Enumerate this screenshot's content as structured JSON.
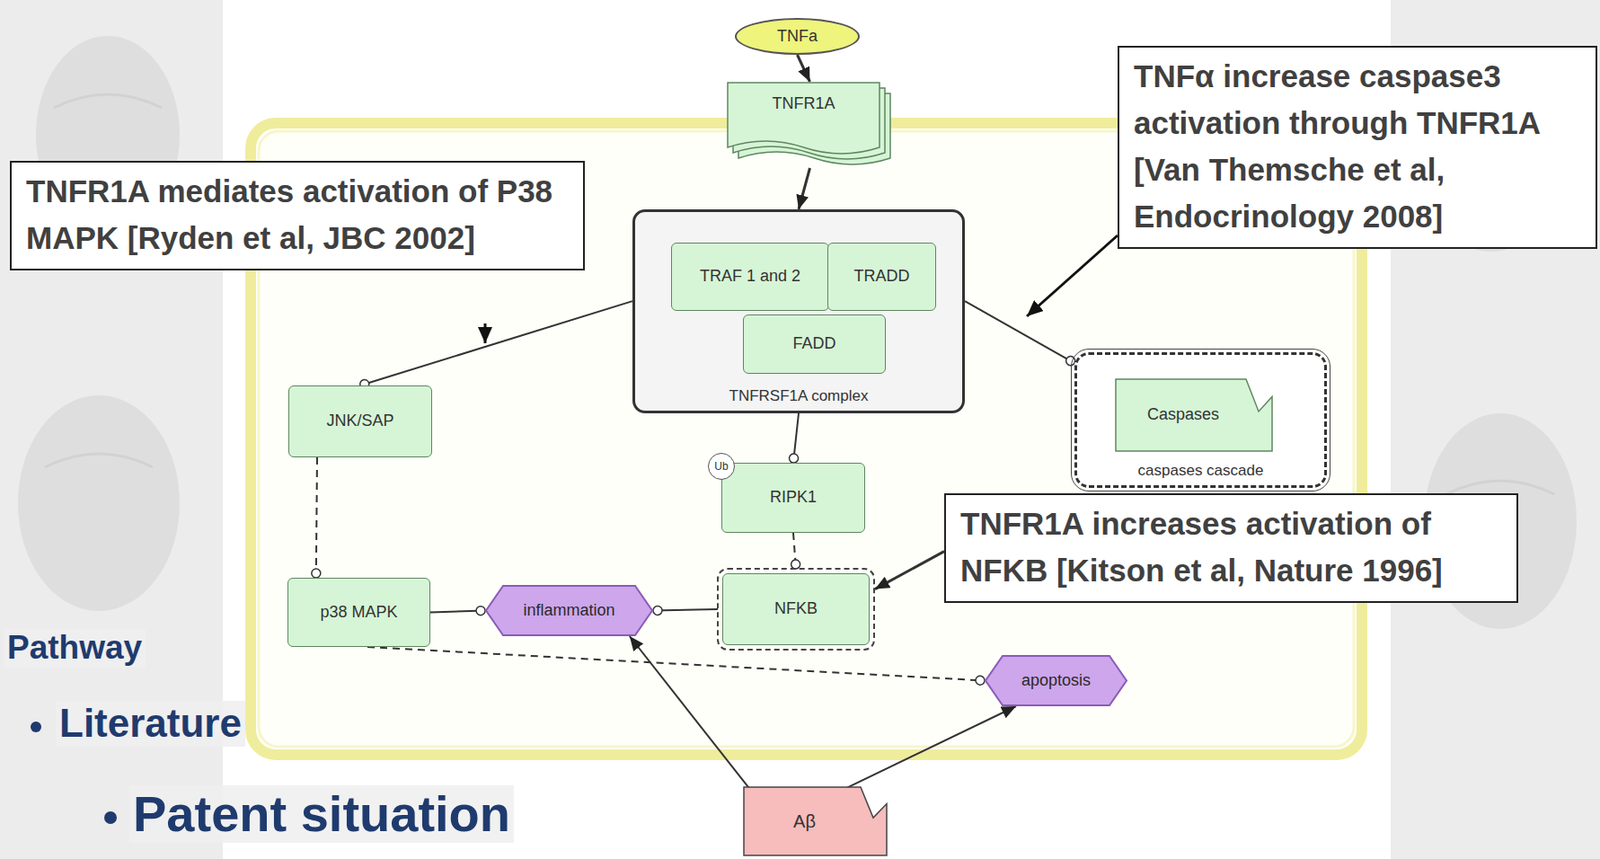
{
  "diagram": {
    "nodes": [
      {
        "text": [
          "TNFa"
        ]
      },
      {
        "text": [
          "TNFα increase caspase3 activation through TNFR1A [Van Themsche et al, Endocrinology 2008]"
        ]
      },
      {
        "text": [
          "TNFR1A"
        ]
      },
      {
        "text": [
          "TNFR1A mediates activation of P38 MAPK [Ryden et al, JBC 2002]"
        ]
      },
      {
        "text": [
          "TNFRSF1A complex"
        ]
      },
      {
        "text": [
          "TRAF 1 and 2"
        ],
        "in": 4
      },
      {
        "text": [
          "TRADD"
        ],
        "in": 4
      },
      {
        "text": [
          "FADD"
        ],
        "in": 4
      },
      {
        "text": [
          "caspases cascade"
        ]
      },
      {
        "text": [
          "Caspases"
        ],
        "in": 8
      },
      {
        "text": [
          "JNK/SAP"
        ]
      },
      {
        "text": [
          "RIPK1"
        ]
      },
      {
        "text": [
          "Ub"
        ],
        "in": 11
      },
      {
        "text": [
          "TNFR1A increases activation of NFKB [Kitson et al, Nature 1996]"
        ]
      },
      {
        "text": [
          "NFKB"
        ]
      },
      {
        "text": [
          "p38 MAPK"
        ]
      },
      {
        "text": [
          "inflammation"
        ]
      },
      {
        "text": [
          "apoptosis"
        ]
      },
      {
        "text": [
          "Aβ"
        ]
      }
    ],
    "edges": [
      {
        "from": 0,
        "to": 2,
        "arrow": "to"
      },
      {
        "from": 2,
        "to": 4,
        "arrow": "to"
      },
      {
        "from": 4,
        "to": 10,
        "arrow": "to"
      },
      {
        "from": 4,
        "to": 8,
        "arrow": "to"
      },
      {
        "from": 4,
        "to": 11,
        "arrow": "to"
      },
      {
        "from": 11,
        "to": 14,
        "arrow": "to"
      },
      {
        "from": 10,
        "to": 15,
        "arrow": "to"
      },
      {
        "from": 15,
        "to": 16,
        "arrow": "to"
      },
      {
        "from": 14,
        "to": 16,
        "arrow": "to"
      },
      {
        "from": 15,
        "to": 17,
        "arrow": "to"
      },
      {
        "from": 18,
        "to": 16,
        "arrow": "to"
      },
      {
        "from": 18,
        "to": 17,
        "arrow": "to"
      },
      {
        "from": 13,
        "to": 14,
        "arrow": "to"
      }
    ],
    "labels": [
      "Pathway",
      "Literature",
      "Patent situation"
    ]
  }
}
